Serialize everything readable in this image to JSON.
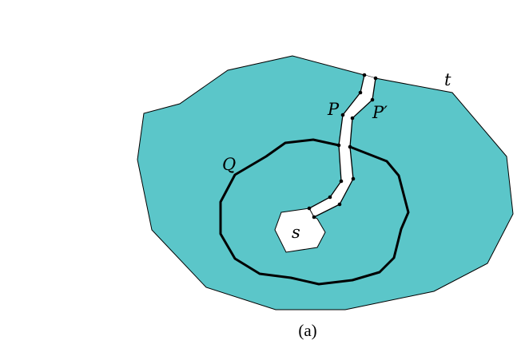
{
  "figure": {
    "caption": "(a)",
    "labels": {
      "t": "t",
      "p": "P",
      "p_prime": "P′",
      "q": "Q",
      "s": "s"
    },
    "colors": {
      "region_fill": "#5bc6c9",
      "hole_fill": "#ffffff",
      "stroke": "#000000",
      "background": "#ffffff"
    }
  }
}
